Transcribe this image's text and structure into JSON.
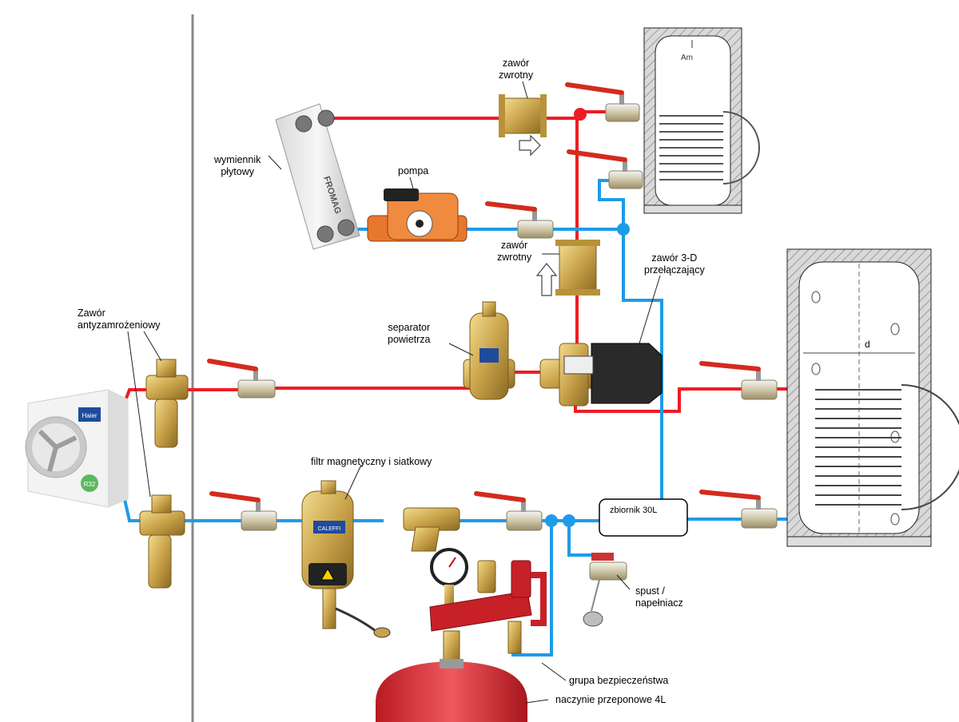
{
  "labels": {
    "check_valve_top": [
      "zawór",
      "zwrotny"
    ],
    "plate_exchanger": [
      "wymiennik",
      "płytowy"
    ],
    "pump": "pompa",
    "check_valve_mid": [
      "zawór",
      "zwrotny"
    ],
    "three_way_valve": [
      "zawór 3-D",
      "przełączający"
    ],
    "antifreeze_valve": [
      "Zawór",
      "antyzamrożeniowy"
    ],
    "air_separator": [
      "separator",
      "powietrza"
    ],
    "magnetic_filter": "filtr magnetyczny i siatkowy",
    "buffer_tank": "zbiornik 30L",
    "drain_fill": [
      "spust /",
      "napełniacz"
    ],
    "safety_group": "grupa bezpieczeństwa",
    "expansion_vessel": "naczynie przeponowe 4L",
    "tank_dimension": "d"
  },
  "product_markings": {
    "heat_pump_brand": "Haier",
    "heat_pump_refrigerant": "R32",
    "filter_brand": "CALEFFI",
    "exchanger_brand": "FROMAG",
    "tank_marking": "Am"
  },
  "colors": {
    "supply_pipe": "#ee1c25",
    "return_pipe": "#1e9be8",
    "brass": "#c9a24a",
    "valve_handle": "#d42b1e"
  }
}
